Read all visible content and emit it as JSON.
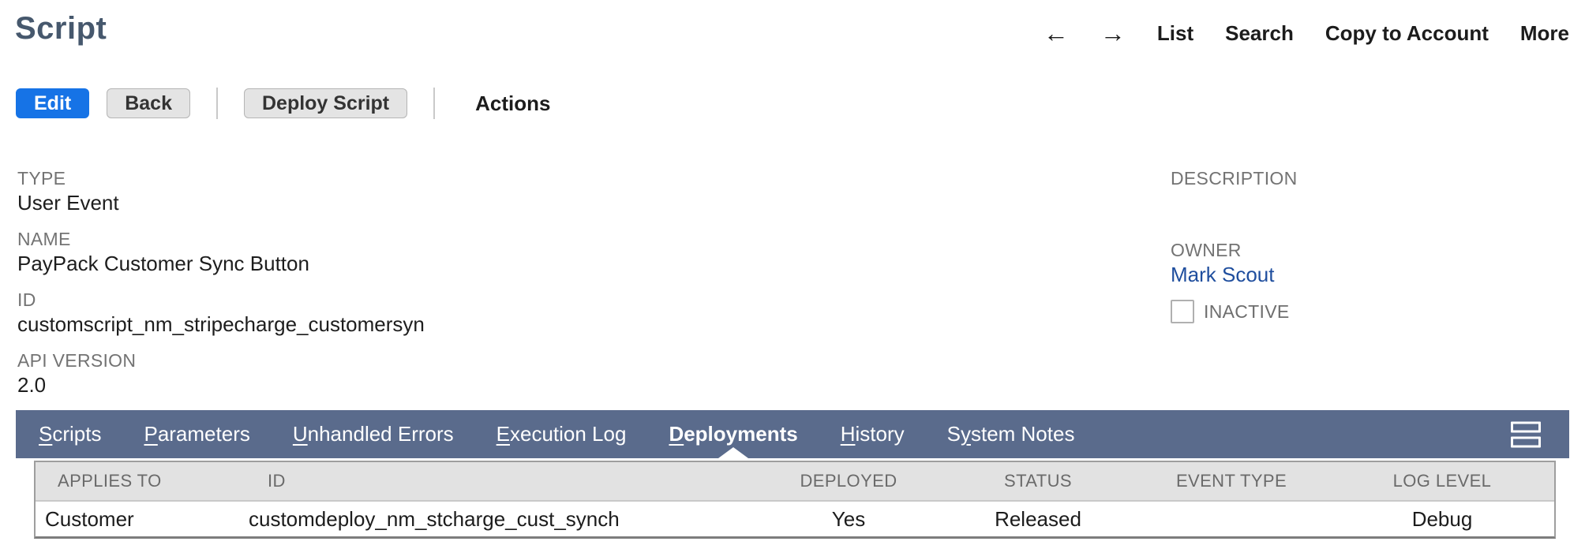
{
  "page": {
    "title": "Script"
  },
  "header_nav": {
    "back_arrow": "←",
    "forward_arrow": "→",
    "list": "List",
    "search": "Search",
    "copy_to_account": "Copy to Account",
    "more": "More"
  },
  "toolbar": {
    "edit": "Edit",
    "back": "Back",
    "deploy_script": "Deploy Script",
    "actions": "Actions"
  },
  "fields": {
    "left": [
      {
        "label": "TYPE",
        "value": "User Event"
      },
      {
        "label": "NAME",
        "value": "PayPack Customer Sync Button"
      },
      {
        "label": "ID",
        "value": "customscript_nm_stripecharge_customersyn"
      },
      {
        "label": "API VERSION",
        "value": "2.0"
      }
    ],
    "right": {
      "description_label": "DESCRIPTION",
      "owner_label": "OWNER",
      "owner_value": "Mark Scout",
      "inactive_label": "INACTIVE",
      "inactive_checked": false
    }
  },
  "tabs": {
    "items": [
      {
        "pre": "",
        "key": "S",
        "rest": "cripts",
        "active": false
      },
      {
        "pre": "",
        "key": "P",
        "rest": "arameters",
        "active": false
      },
      {
        "pre": "",
        "key": "U",
        "rest": "nhandled Errors",
        "active": false
      },
      {
        "pre": "",
        "key": "E",
        "rest": "xecution Log",
        "active": false
      },
      {
        "pre": "",
        "key": "D",
        "rest": "eployments",
        "active": true
      },
      {
        "pre": "",
        "key": "H",
        "rest": "istory",
        "active": false
      },
      {
        "pre": "S",
        "key": "y",
        "rest": "stem Notes",
        "active": false
      }
    ]
  },
  "deployments_table": {
    "columns": [
      "APPLIES TO",
      "ID",
      "DEPLOYED",
      "STATUS",
      "EVENT TYPE",
      "LOG LEVEL"
    ],
    "rows": [
      {
        "applies_to": "Customer",
        "id": "customdeploy_nm_stcharge_cust_synch",
        "deployed": "Yes",
        "status": "Released",
        "event_type": "",
        "log_level": "Debug"
      }
    ]
  },
  "colors": {
    "title": "#46586d",
    "primary_button": "#1673e6",
    "tabbar_background": "#5a6b8c",
    "link": "#1f4e9e",
    "table_header_background": "#e2e2e2"
  }
}
